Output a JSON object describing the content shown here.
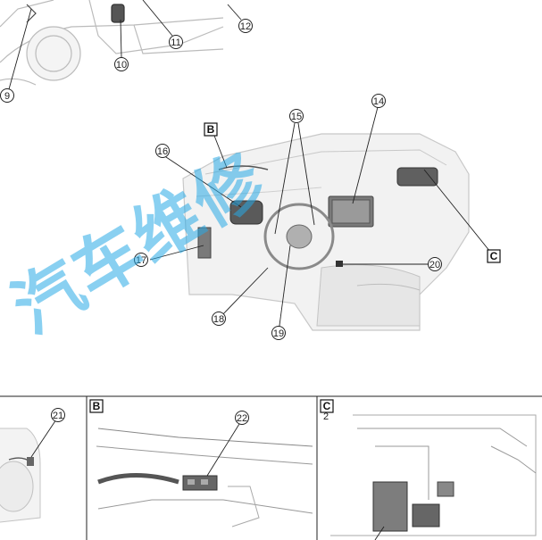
{
  "colors": {
    "line": "#3a3a3a",
    "ghost": "#c8c8c8",
    "ghost_fill": "#f1f1f1",
    "panel_border": "#222222",
    "watermark": "#2aaae6"
  },
  "watermark": {
    "text": "汽车维修"
  },
  "callouts": {
    "c9": "9",
    "c10": "10",
    "c11": "11",
    "c12": "12",
    "c14": "14",
    "c15": "15",
    "c16": "16",
    "c17": "17",
    "c18": "18",
    "c19": "19",
    "c20": "20",
    "c21": "21",
    "c22": "22"
  },
  "view_labels": {
    "b": "B",
    "c": "C"
  },
  "panels": {
    "b_label": "B",
    "c_label": "C",
    "c_sub": "2"
  }
}
